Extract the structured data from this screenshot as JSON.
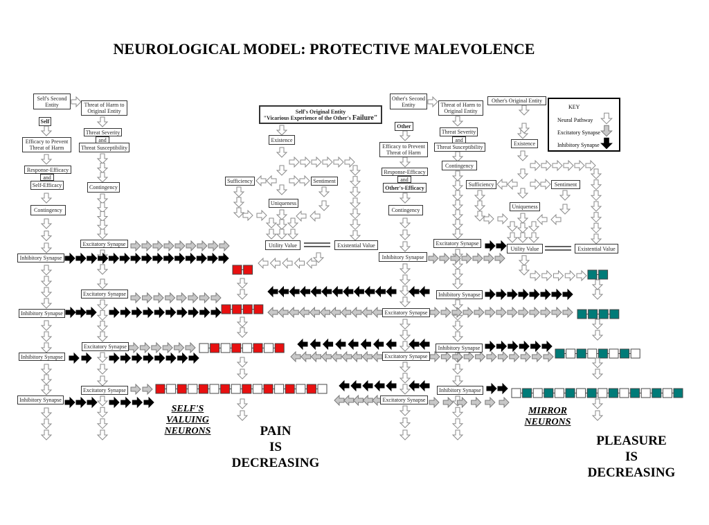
{
  "title": "NEUROLOGICAL MODEL: PROTECTIVE MALEVOLENCE",
  "self": {
    "second_entity": "Self's Second Entity",
    "threat_harm": "Threat of Harm to Original Entity",
    "self": "Self",
    "efficacy": "Efficacy to Prevent Threat of Harm",
    "response_efficacy": "Response-Efficacy",
    "and": "and",
    "self_efficacy": "Self-Efficacy",
    "contingency": "Contingency",
    "threat_severity": "Threat Severity",
    "threat_susceptibility": "Threat Susceptibility",
    "contingency2": "Contingency"
  },
  "self_original": {
    "title": "Self's Original Entity",
    "subtitle": "\"Vicarious Experience of the Other's",
    "emph": "Failure\"",
    "existence": "Existence",
    "sufficiency": "Sufficiency",
    "sentiment": "Sentiment",
    "uniqueness": "Uniqueness",
    "utility": "Utility Value",
    "existential": "Existential Value"
  },
  "other": {
    "second_entity": "Other's Second Entity",
    "threat_harm": "Threat of Harm to Original Entity",
    "other": "Other",
    "efficacy": "Efficacy to Prevent Threat of Harm",
    "response_efficacy": "Response-Efficacy",
    "and": "and",
    "other_efficacy": "Other's-Efficacy",
    "contingency": "Contingency",
    "threat_severity": "Threat Severity",
    "threat_susceptibility": "Threat Susceptibility",
    "contingency2": "Contingency"
  },
  "other_original": {
    "title": "Other's Original Entity",
    "existence": "Existence",
    "sufficiency": "Sufficiency",
    "sentiment": "Sentiment",
    "uniqueness": "Uniqueness",
    "utility": "Utility Value",
    "existential": "Existential Value"
  },
  "synapse": {
    "excitatory": "Excitatory Synapse",
    "inhibitory": "Inhibitory Synapse"
  },
  "key": {
    "title": "KEY",
    "neural": "Neural Pathway",
    "excitatory": "Excitatory Synapse",
    "inhibitory": "Inhibitory Synapse"
  },
  "labels": {
    "self_valuing": [
      "SELF'S",
      "VALUING",
      "NEURONS"
    ],
    "mirror": [
      "MIRROR",
      "NEURONS"
    ],
    "pain": [
      "PAIN",
      "IS",
      "DECREASING"
    ],
    "pleasure": [
      "PLEASURE",
      "IS",
      "DECREASING"
    ]
  },
  "colors": {
    "red": "#e81010",
    "teal": "#007b78",
    "gray": "#c8c8c8",
    "black": "#000000"
  }
}
